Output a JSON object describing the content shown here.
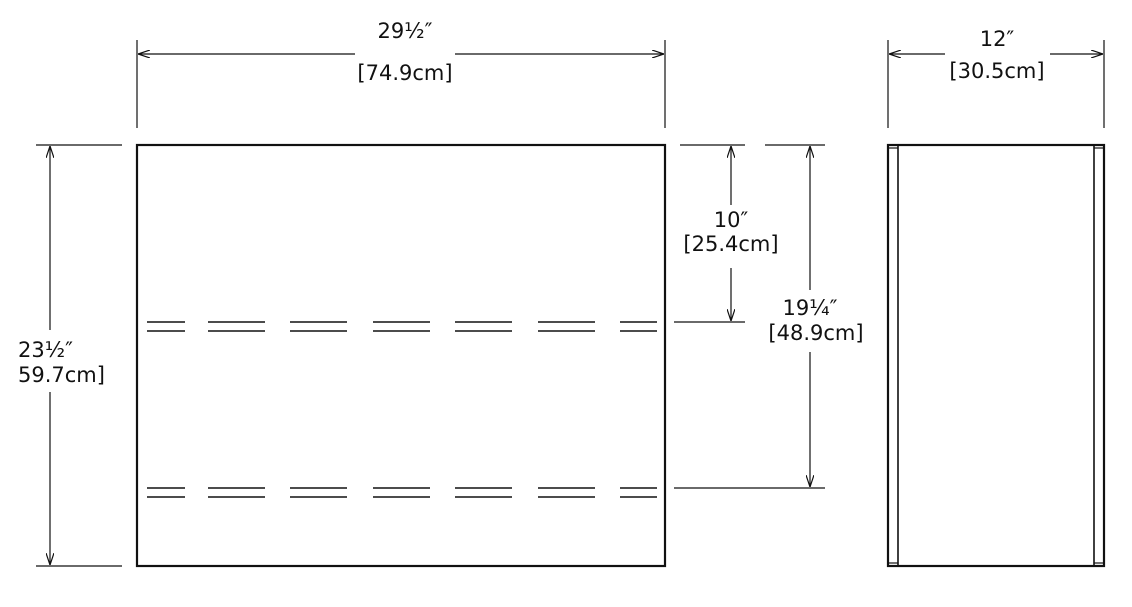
{
  "front_view": {
    "width": {
      "imperial": "29½″",
      "metric": "[74.9cm]"
    },
    "height": {
      "imperial": "23½″",
      "metric": "59.7cm]"
    },
    "shelf_upper": {
      "imperial": "10″",
      "metric": "[25.4cm]"
    },
    "shelf_lower": {
      "imperial": "19¼″",
      "metric": "[48.9cm]"
    }
  },
  "side_view": {
    "depth": {
      "imperial": "12″",
      "metric": "[30.5cm]"
    }
  },
  "colors": {
    "line": "#111111",
    "background": "#ffffff"
  }
}
